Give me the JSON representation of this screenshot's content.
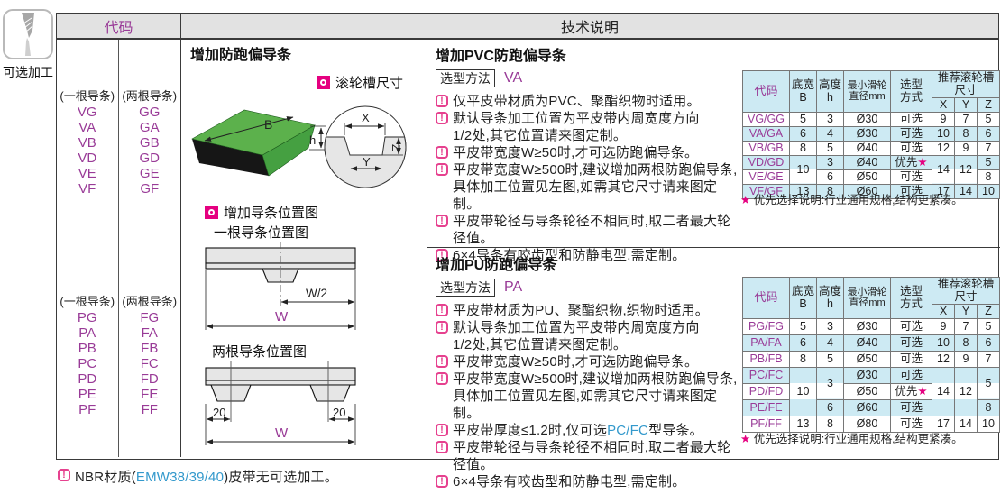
{
  "side": {
    "icon_label": "可选加工"
  },
  "icons": {
    "warn": "!"
  },
  "header": {
    "code_col": "代码",
    "tech_col": "技术说明"
  },
  "codes": {
    "group1": {
      "col1_header": "(一根导条)",
      "col2_header": "(两根导条)",
      "col1": [
        "VG",
        "VA",
        "VB",
        "VD",
        "VE",
        "VF"
      ],
      "col2": [
        "GG",
        "GA",
        "GB",
        "GD",
        "GE",
        "GF"
      ]
    },
    "group2": {
      "col1_header": "(一根导条)",
      "col2_header": "(两根导条)",
      "col1": [
        "PG",
        "PA",
        "PB",
        "PC",
        "PD",
        "PE",
        "PF"
      ],
      "col2": [
        "FG",
        "FA",
        "FB",
        "FC",
        "FD",
        "FE",
        "FF"
      ]
    }
  },
  "diagram": {
    "title": "增加防跑偏导条",
    "legend_groove": "滚轮槽尺寸",
    "legend_position": "增加导条位置图",
    "single_title": "一根导条位置图",
    "double_title": "两根导条位置图",
    "labels": {
      "B": "B",
      "h": "h",
      "X": "X",
      "Y": "Y",
      "Z": "Z",
      "w_half": "W/2",
      "w": "W",
      "offset_left": "20",
      "offset_right": "20"
    }
  },
  "pvc": {
    "title": "增加PVC防跑偏导条",
    "method_label": "选型方法",
    "method_code": "VA",
    "notes": [
      {
        "pre": "仅平皮带材质为PVC、聚酯织物时适用。",
        "link": "",
        "post": ""
      },
      {
        "pre": "默认导条加工位置为平皮带内周宽度方向\n1/2处,其它位置请来图定制。",
        "link": "",
        "post": ""
      },
      {
        "pre": "平皮带宽度W≥50时,才可选防跑偏导条。",
        "link": "",
        "post": ""
      },
      {
        "pre": "平皮带宽度W≥500时,建议增加两根防跑偏导条,\n具体加工位置见左图,如需其它尺寸请来图定制。",
        "link": "",
        "post": ""
      },
      {
        "pre": "平皮带轮径与导条轮径不相同时,取二者最大轮径值。",
        "link": "",
        "post": ""
      },
      {
        "pre": "6×4导条有咬齿型和防静电型,需定制。",
        "link": "",
        "post": ""
      }
    ],
    "table": {
      "h_code": "代码",
      "h_b1": "底宽",
      "h_b2": "B",
      "h_h1": "高度",
      "h_h2": "h",
      "h_dia1": "最小滑轮",
      "h_dia2": "直径mm",
      "h_sel1": "选型",
      "h_sel2": "方式",
      "h_rec": "推荐滚轮槽尺寸",
      "h_x": "X",
      "h_y": "Y",
      "h_z": "Z",
      "rows": [
        {
          "code": "VG/GG",
          "b": "5",
          "h": "3",
          "dia": "Ø30",
          "sel": "可选",
          "x": "9",
          "y": "7",
          "z": "5"
        },
        {
          "code": "VA/GA",
          "b": "6",
          "h": "4",
          "dia": "Ø30",
          "sel": "可选",
          "x": "10",
          "y": "8",
          "z": "6"
        },
        {
          "code": "VB/GB",
          "b": "8",
          "h": "5",
          "dia": "Ø40",
          "sel": "可选",
          "x": "12",
          "y": "9",
          "z": "7"
        },
        {
          "code": "VD/GD",
          "b": "10",
          "h": "3",
          "dia": "Ø40",
          "sel": "优先",
          "star": "★",
          "x": "14",
          "y": "12",
          "z": "5"
        },
        {
          "code": "VE/GE",
          "h": "6",
          "dia": "Ø50",
          "sel": "可选",
          "z": "8"
        },
        {
          "code": "VF/GF",
          "b": "13",
          "h": "8",
          "dia": "Ø60",
          "sel": "可选",
          "x": "17",
          "y": "14",
          "z": "10"
        }
      ]
    },
    "footnote": {
      "star": "★",
      "text": "优先选择说明:行业通用规格,结构更紧凑。"
    }
  },
  "pu": {
    "title": "增加PU防跑偏导条",
    "method_label": "选型方法",
    "method_code": "PA",
    "notes": [
      {
        "pre": "平皮带材质为PU、聚酯织物,织物时适用。",
        "link": "",
        "post": ""
      },
      {
        "pre": "默认导条加工位置为平皮带内周宽度方向\n1/2处,其它位置请来图定制。",
        "link": "",
        "post": ""
      },
      {
        "pre": "平皮带宽度W≥50时,才可选防跑偏导条。",
        "link": "",
        "post": ""
      },
      {
        "pre": "平皮带宽度W≥500时,建议增加两根防跑偏导条,\n具体加工位置见左图,如需其它尺寸请来图定制。",
        "link": "",
        "post": ""
      },
      {
        "pre": "平皮带厚度≤1.2时,仅可选",
        "link": "PC/FC",
        "post": "型导条。"
      },
      {
        "pre": "平皮带轮径与导条轮径不相同时,取二者最大轮径值。",
        "link": "",
        "post": ""
      },
      {
        "pre": "6×4导条有咬齿型和防静电型,需定制。",
        "link": "",
        "post": ""
      }
    ],
    "table": {
      "h_code": "代码",
      "h_b1": "底宽",
      "h_b2": "B",
      "h_h1": "高度",
      "h_h2": "h",
      "h_dia1": "最小滑轮",
      "h_dia2": "直径mm",
      "h_sel1": "选型",
      "h_sel2": "方式",
      "h_rec": "推荐滚轮槽尺寸",
      "h_x": "X",
      "h_y": "Y",
      "h_z": "Z",
      "rows": [
        {
          "code": "PG/FG",
          "b": "5",
          "h": "3",
          "dia": "Ø30",
          "sel": "可选",
          "x": "9",
          "y": "7",
          "z": "5"
        },
        {
          "code": "PA/FA",
          "b": "6",
          "h": "4",
          "dia": "Ø40",
          "sel": "可选",
          "x": "10",
          "y": "8",
          "z": "6"
        },
        {
          "code": "PB/FB",
          "b": "8",
          "h": "5",
          "dia": "Ø50",
          "sel": "可选",
          "x": "12",
          "y": "9",
          "z": "7"
        },
        {
          "code": "PC/FC",
          "b": "10",
          "h": "3",
          "dia": "Ø30",
          "sel": "可选",
          "x": "14",
          "y": "12",
          "z": "5"
        },
        {
          "code": "PD/FD",
          "dia": "Ø50",
          "sel": "优先",
          "star": "★"
        },
        {
          "code": "PE/FE",
          "h": "6",
          "dia": "Ø60",
          "sel": "可选",
          "z": "8"
        },
        {
          "code": "PF/FF",
          "b": "13",
          "h": "8",
          "dia": "Ø80",
          "sel": "可选",
          "x": "17",
          "y": "14",
          "z": "10"
        }
      ]
    },
    "footnote": {
      "star": "★",
      "text": "优先选择说明:行业通用规格,结构更紧凑。"
    }
  },
  "footer": {
    "pre": "NBR材质(",
    "link": "EMW38/39/40",
    "post": ")皮带无可选加工。"
  }
}
